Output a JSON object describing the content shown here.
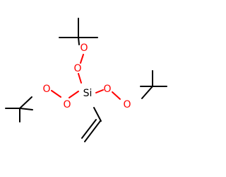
{
  "structure": {
    "colors": {
      "bond": "#000000",
      "oxygen": "#ff0000",
      "silicon": "#000000",
      "background": "#ffffff"
    },
    "labels": {
      "si": "Si",
      "o1": "O",
      "o2": "O",
      "o3": "O",
      "o4": "O",
      "o5": "O",
      "o6": "O"
    }
  }
}
